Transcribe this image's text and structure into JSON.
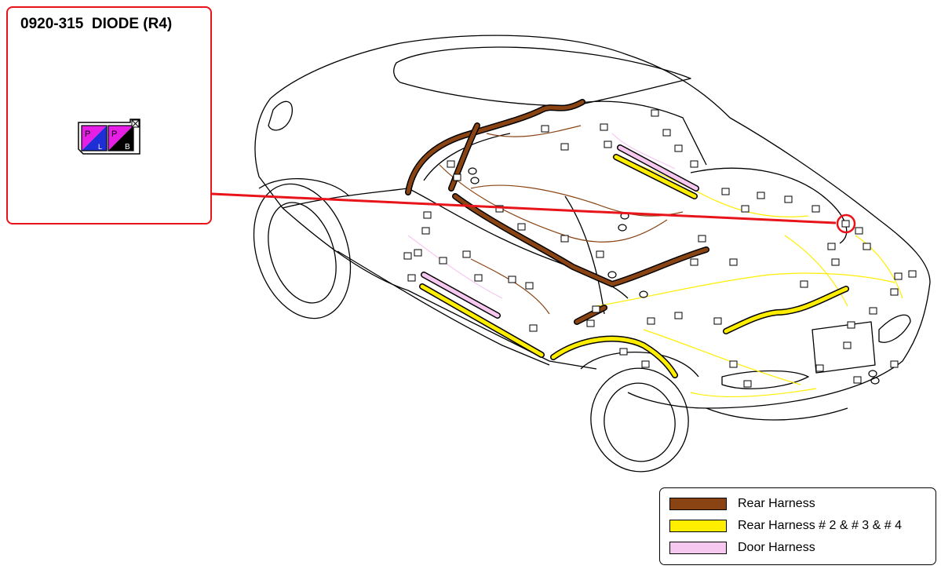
{
  "callout": {
    "title": "0920-315  DIODE (R4)",
    "pins": [
      {
        "label": "P",
        "wire_color": "#e61ee6"
      },
      {
        "label": "L",
        "wire_color": "#1f2fd6"
      },
      {
        "label": "P",
        "wire_color": "#e61ee6"
      },
      {
        "label": "B",
        "wire_color": "#000000"
      }
    ]
  },
  "legend": {
    "items": [
      {
        "label": "Rear Harness",
        "color": "#8a4414"
      },
      {
        "label": "Rear Harness # 2 & # 3 & # 4",
        "color": "#ffee00"
      },
      {
        "label": "Door Harness",
        "color": "#f6c8f0"
      }
    ]
  },
  "colors": {
    "callout_border": "#e8141a",
    "leader_line": "#e8141a"
  }
}
